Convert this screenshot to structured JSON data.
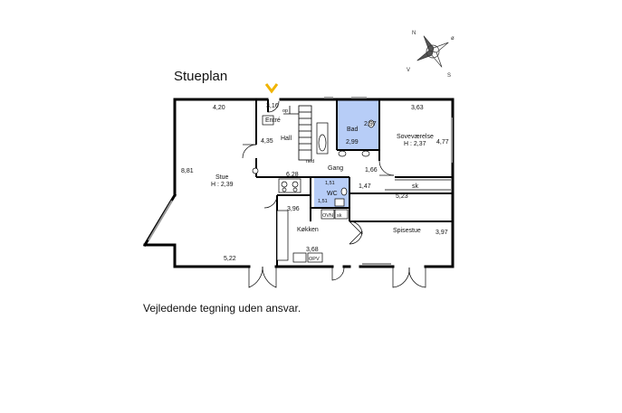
{
  "title": "Stueplan",
  "disclaimer": "Vejledende tegning uden ansvar.",
  "compass": {
    "n": "N",
    "o": "ø",
    "v": "V",
    "s": "S"
  },
  "colors": {
    "wet_room": "#b7cdf7",
    "wall": "#000000",
    "window": "#9a9a9a",
    "entry_marker": "#f0b400"
  },
  "rooms": {
    "stue": {
      "name": "Stue",
      "height": "H : 2,39",
      "w": "4,20",
      "d": "8,81",
      "b": "5,22"
    },
    "entre": {
      "name": "Entré",
      "w": "3,16",
      "op": "op"
    },
    "hall": {
      "name": "Hall",
      "d": "4,35"
    },
    "bad": {
      "name": "Bad",
      "w": "2,97",
      "d": "2,99"
    },
    "sovevaerelse": {
      "name": "Soveværelse",
      "height": "H : 2,37",
      "w": "3,63",
      "d": "4,77"
    },
    "gang": {
      "name": "Gang",
      "ned": "ned",
      "w": "1,66",
      "d": "1,47",
      "top": "6,28"
    },
    "wc": {
      "name": "WC",
      "w": "1,51",
      "d": "1,51"
    },
    "kokken": {
      "name": "Køkken",
      "w": "3,96",
      "d": "3,68",
      "ovn": "OVN",
      "opv": "OPV",
      "sk": "sk"
    },
    "spisestue": {
      "name": "Spisestue",
      "w": "5,23",
      "d": "3,97"
    },
    "closet": {
      "sk": "sk"
    }
  }
}
